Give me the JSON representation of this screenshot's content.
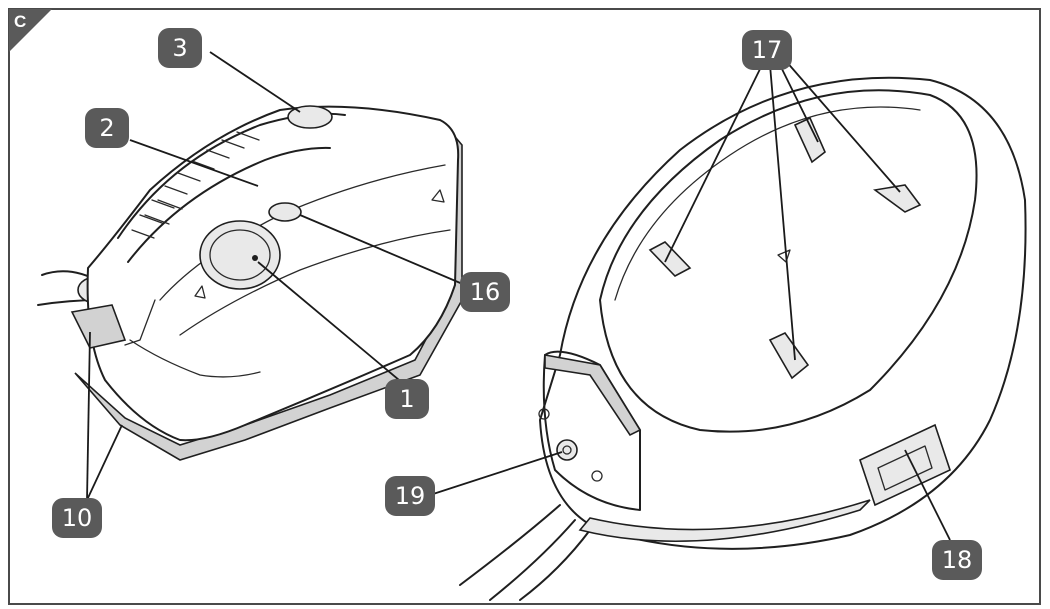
{
  "figure_label": "C",
  "colors": {
    "badge_fill": "#5a5a5a",
    "badge_text": "#ffffff",
    "line": "#1f1f1f",
    "frame": "#4a4a4a"
  },
  "callouts": [
    {
      "id": "c3",
      "label": "3"
    },
    {
      "id": "c2",
      "label": "2"
    },
    {
      "id": "c16",
      "label": "16"
    },
    {
      "id": "c1",
      "label": "1"
    },
    {
      "id": "c10",
      "label": "10"
    },
    {
      "id": "c17",
      "label": "17"
    },
    {
      "id": "c19",
      "label": "19"
    },
    {
      "id": "c18",
      "label": "18"
    }
  ]
}
